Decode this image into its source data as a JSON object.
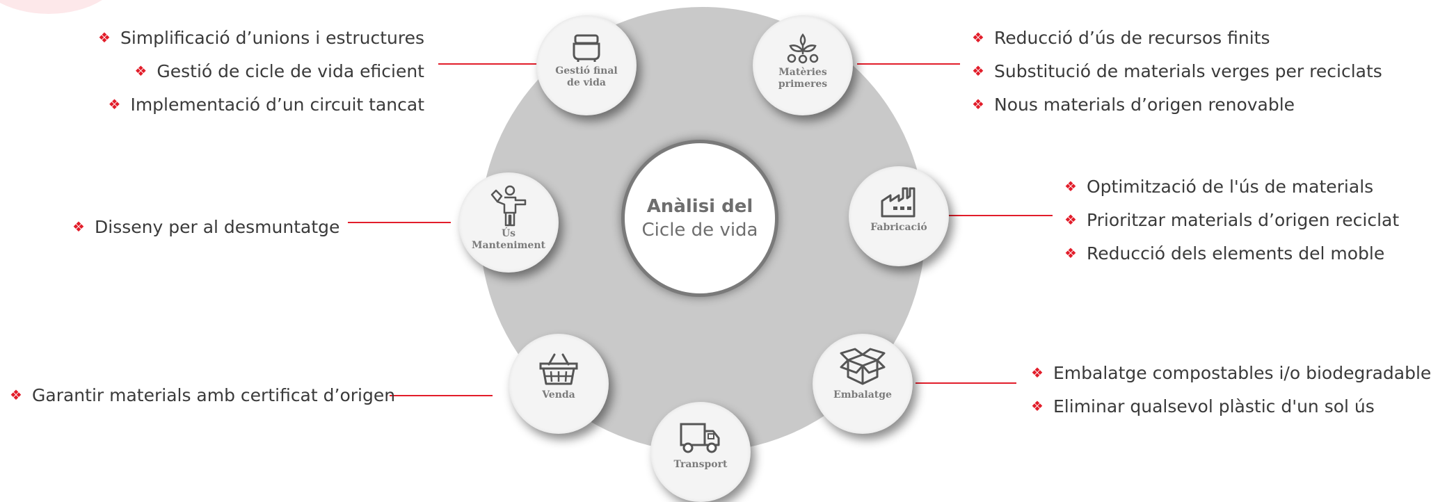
{
  "diagram": {
    "center": {
      "line1": "Anàlisi del",
      "line2": "Cicle de vida"
    },
    "colors": {
      "accent": "#e21d2a",
      "ring": "#c9c9c9",
      "node": "#f4f4f4",
      "text": "#3a3a3a"
    },
    "nodes": [
      {
        "id": "gestio",
        "label": "Gestió final\nde vida",
        "icon": "bin-icon"
      },
      {
        "id": "materies",
        "label": "Matèries\nprimeres",
        "icon": "plant-icon"
      },
      {
        "id": "fabricacio",
        "label": "Fabricació",
        "icon": "factory-icon"
      },
      {
        "id": "embalatge",
        "label": "Embalatge",
        "icon": "box-icon"
      },
      {
        "id": "transport",
        "label": "Transport",
        "icon": "truck-icon"
      },
      {
        "id": "venda",
        "label": "Venda",
        "icon": "basket-icon"
      },
      {
        "id": "us",
        "label": "Ús\nManteniment",
        "icon": "person-icon"
      }
    ],
    "notes": {
      "gestio": [
        "Simplificació d’unions i estructures",
        "Gestió de cicle de vida eficient",
        "Implementació d’un circuit tancat"
      ],
      "materies": [
        "Reducció d’ús de recursos finits",
        "Substitució de materials verges per reciclats",
        "Nous materials d’origen renovable"
      ],
      "fabricacio": [
        "Optimització de l'ús de materials",
        "Prioritzar materials d’origen reciclat",
        "Reducció dels elements del moble"
      ],
      "embalatge": [
        "Embalatge compostables i/o biodegradables",
        "Eliminar qualsevol plàstic d'un sol ús"
      ],
      "venda": [
        "Garantir materials amb certificat d’origen"
      ],
      "us": [
        "Disseny per al desmuntatge"
      ]
    },
    "bullet_symbol": "❖"
  }
}
